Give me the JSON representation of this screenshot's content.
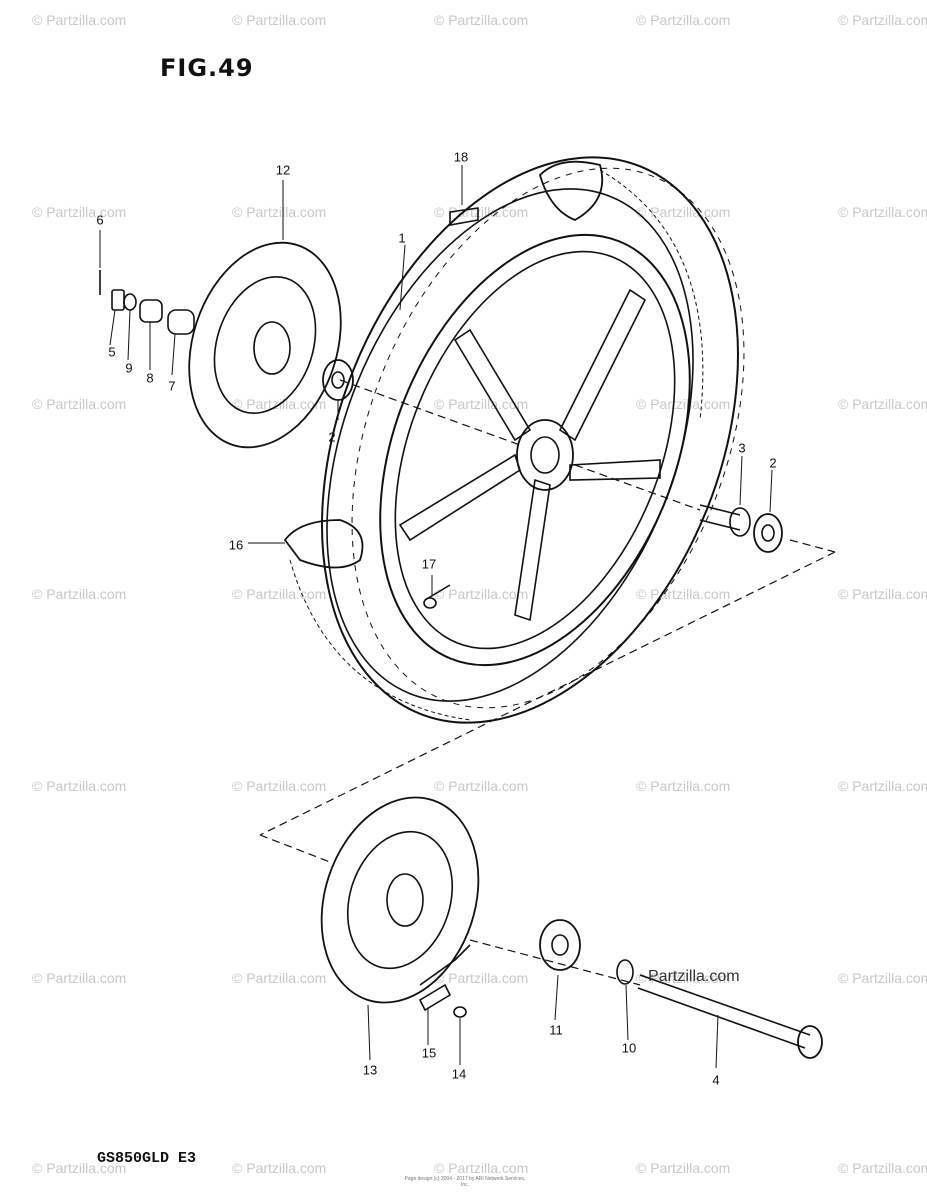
{
  "figure": {
    "title": "FIG.49",
    "model": "GS850GLD  E3",
    "footer": "Page design (c) 2004 - 2017 by ARI Network Services, Inc."
  },
  "watermark": {
    "text": "© Partzilla.com",
    "inline_text": "Partzilla.com"
  },
  "callouts": [
    {
      "id": "1",
      "label": "1"
    },
    {
      "id": "2a",
      "label": "2"
    },
    {
      "id": "2b",
      "label": "2"
    },
    {
      "id": "3",
      "label": "3"
    },
    {
      "id": "4",
      "label": "4"
    },
    {
      "id": "5",
      "label": "5"
    },
    {
      "id": "6",
      "label": "6"
    },
    {
      "id": "7",
      "label": "7"
    },
    {
      "id": "8",
      "label": "8"
    },
    {
      "id": "9",
      "label": "9"
    },
    {
      "id": "10",
      "label": "10"
    },
    {
      "id": "11",
      "label": "11"
    },
    {
      "id": "12",
      "label": "12"
    },
    {
      "id": "13",
      "label": "13"
    },
    {
      "id": "14",
      "label": "14"
    },
    {
      "id": "15",
      "label": "15"
    },
    {
      "id": "16",
      "label": "16"
    },
    {
      "id": "17",
      "label": "17"
    },
    {
      "id": "18",
      "label": "18"
    }
  ]
}
